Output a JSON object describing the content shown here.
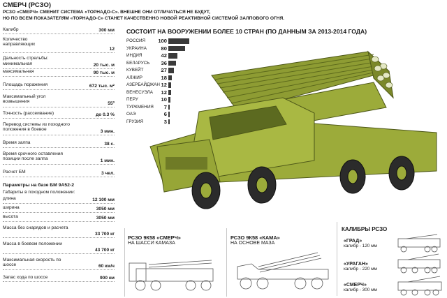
{
  "header": {
    "title": "СМЕРЧ (РСЗО)",
    "subtitle_line1": "РСЗО «СМЕРЧ» СМЕНИТ СИСТЕМА «ТОРНАДО-С». ВНЕШНЕ ОНИ ОТЛИЧАТЬСЯ НЕ БУДУТ,",
    "subtitle_line2": "НО ПО ВСЕМ ПОКАЗАТЕЛЯМ «ТОРНАДО-С» СТАНЕТ КАЧЕСТВЕННО НОВОЙ РЕАКТИВНОЙ СИСТЕМОЙ ЗАЛПОВОГО ОГНЯ."
  },
  "specs": {
    "caliber": {
      "label": "Калибр",
      "value": "300 мм"
    },
    "guides": {
      "label": "Количество направляющих",
      "value": "12"
    },
    "range_title": "Дальность стрельбы:",
    "range_min": {
      "label": "минимальная",
      "value": "20 тыс. м"
    },
    "range_max": {
      "label": "максимальная",
      "value": "90 тыс. м"
    },
    "area": {
      "label": "Площадь поражения",
      "value": "672 тыс. м²"
    },
    "elevation": {
      "label": "Максимальный угол возвышения",
      "value": "55º"
    },
    "dispersion": {
      "label": "Точность (рассеивание)",
      "value": "до 0.3 %"
    },
    "transfer": {
      "label": "Перевод системы из походного положения в боевое",
      "value": "3 мин."
    },
    "salvo": {
      "label": "Время залпа",
      "value": "38 с."
    },
    "leave": {
      "label": "Время срочного оставления позиции после залпа",
      "value": "1 мин."
    },
    "crew": {
      "label": "Расчет БМ",
      "value": "3 чел."
    },
    "params_title": "Параметры на базе БМ 9А52-2",
    "dims_title": "Габариты в походном положении:",
    "length": {
      "label": "длина",
      "value": "12 100 мм"
    },
    "width": {
      "label": "ширина",
      "value": "3050 мм"
    },
    "height": {
      "label": "высота",
      "value": "3050 мм"
    },
    "mass_empty": {
      "label": "Масса без снарядов и расчета",
      "value": "33 700 кг"
    },
    "mass_combat": {
      "label": "Масса в боевом положении",
      "value": "43 700 кг"
    },
    "speed": {
      "label": "Максимальная скорость по шоссе",
      "value": "60 км/ч"
    },
    "cruise": {
      "label": "Запас хода по шоссе",
      "value": "900 км"
    }
  },
  "countries": {
    "title": "СОСТОИТ НА ВООРУЖЕНИИ БОЛЕЕ 10 СТРАН (ПО ДАННЫМ ЗА 2013-2014 ГОДА)",
    "max": 100,
    "items": [
      {
        "name": "РОССИЯ",
        "value": 100,
        "label": "100"
      },
      {
        "name": "УКРАИНА",
        "value": 80,
        "label": "80"
      },
      {
        "name": "ИНДИЯ",
        "value": 42,
        "label": "42"
      },
      {
        "name": "БЕЛАРУСЬ",
        "value": 36,
        "label": "36"
      },
      {
        "name": "КУВЕЙТ",
        "value": 27,
        "label": "27"
      },
      {
        "name": "АЛЖИР",
        "value": 18,
        "label": "18"
      },
      {
        "name": "АЗЕРБАЙДЖАН",
        "value": 12,
        "label": "12"
      },
      {
        "name": "ВЕНЕСУЭЛА",
        "value": 12,
        "label": "12"
      },
      {
        "name": "ПЕРУ",
        "value": 10,
        "label": "10"
      },
      {
        "name": "ТУРКМЕНИЯ",
        "value": 7,
        "label": "7"
      },
      {
        "name": "ОАЭ",
        "value": 6,
        "label": "6"
      },
      {
        "name": "ГРУЗИЯ",
        "value": 3,
        "label": "3"
      }
    ]
  },
  "variants": [
    {
      "name": "РСЗО 9К58 «СМЕРЧ»",
      "chassis": "НА ШАССИ КАМАЗА"
    },
    {
      "name": "РСЗО 9К58 «КАМА»",
      "chassis": "НА ОСНОВЕ МАЗА"
    }
  ],
  "calibers": {
    "title": "КАЛИБРЫ РСЗО",
    "items": [
      {
        "name": "«ГРАД»",
        "caliber": "калибр - 120 мм"
      },
      {
        "name": "«УРАГАН»",
        "caliber": "калибр - 220 мм"
      },
      {
        "name": "«СМЕРЧ»",
        "caliber": "калибр - 300 мм"
      }
    ]
  },
  "colors": {
    "truck": "#9cab3a",
    "truck_dark": "#6c7823",
    "wheel": "#2b2b2b",
    "bar": "#3a3a3a"
  }
}
